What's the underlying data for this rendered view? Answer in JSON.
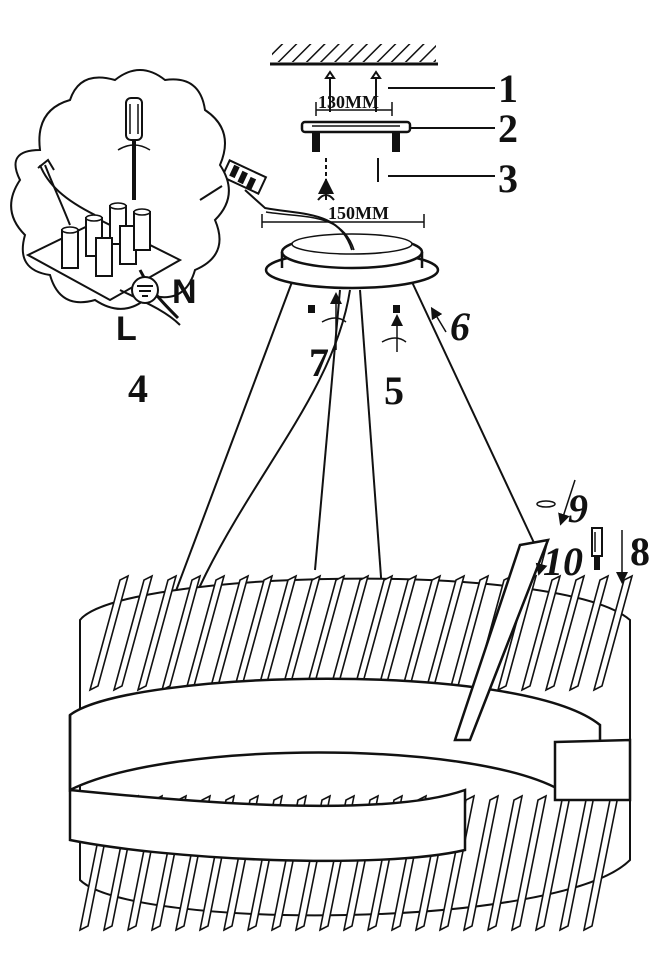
{
  "dimensions": {
    "bracket_width": "130MM",
    "canopy_diameter": "150MM"
  },
  "callouts": [
    "1",
    "2",
    "3",
    "4",
    "5",
    "6",
    "7",
    "8",
    "9",
    "10"
  ],
  "wire_labels": {
    "live": "L",
    "neutral": "N"
  },
  "icons": [
    "ceiling-icon",
    "screwdriver-icon",
    "terminal-block-icon",
    "ground-symbol-icon",
    "rotate-arrow-icon",
    "allen-key-icon"
  ],
  "colors": {
    "line": "#111111",
    "background": "#ffffff"
  }
}
